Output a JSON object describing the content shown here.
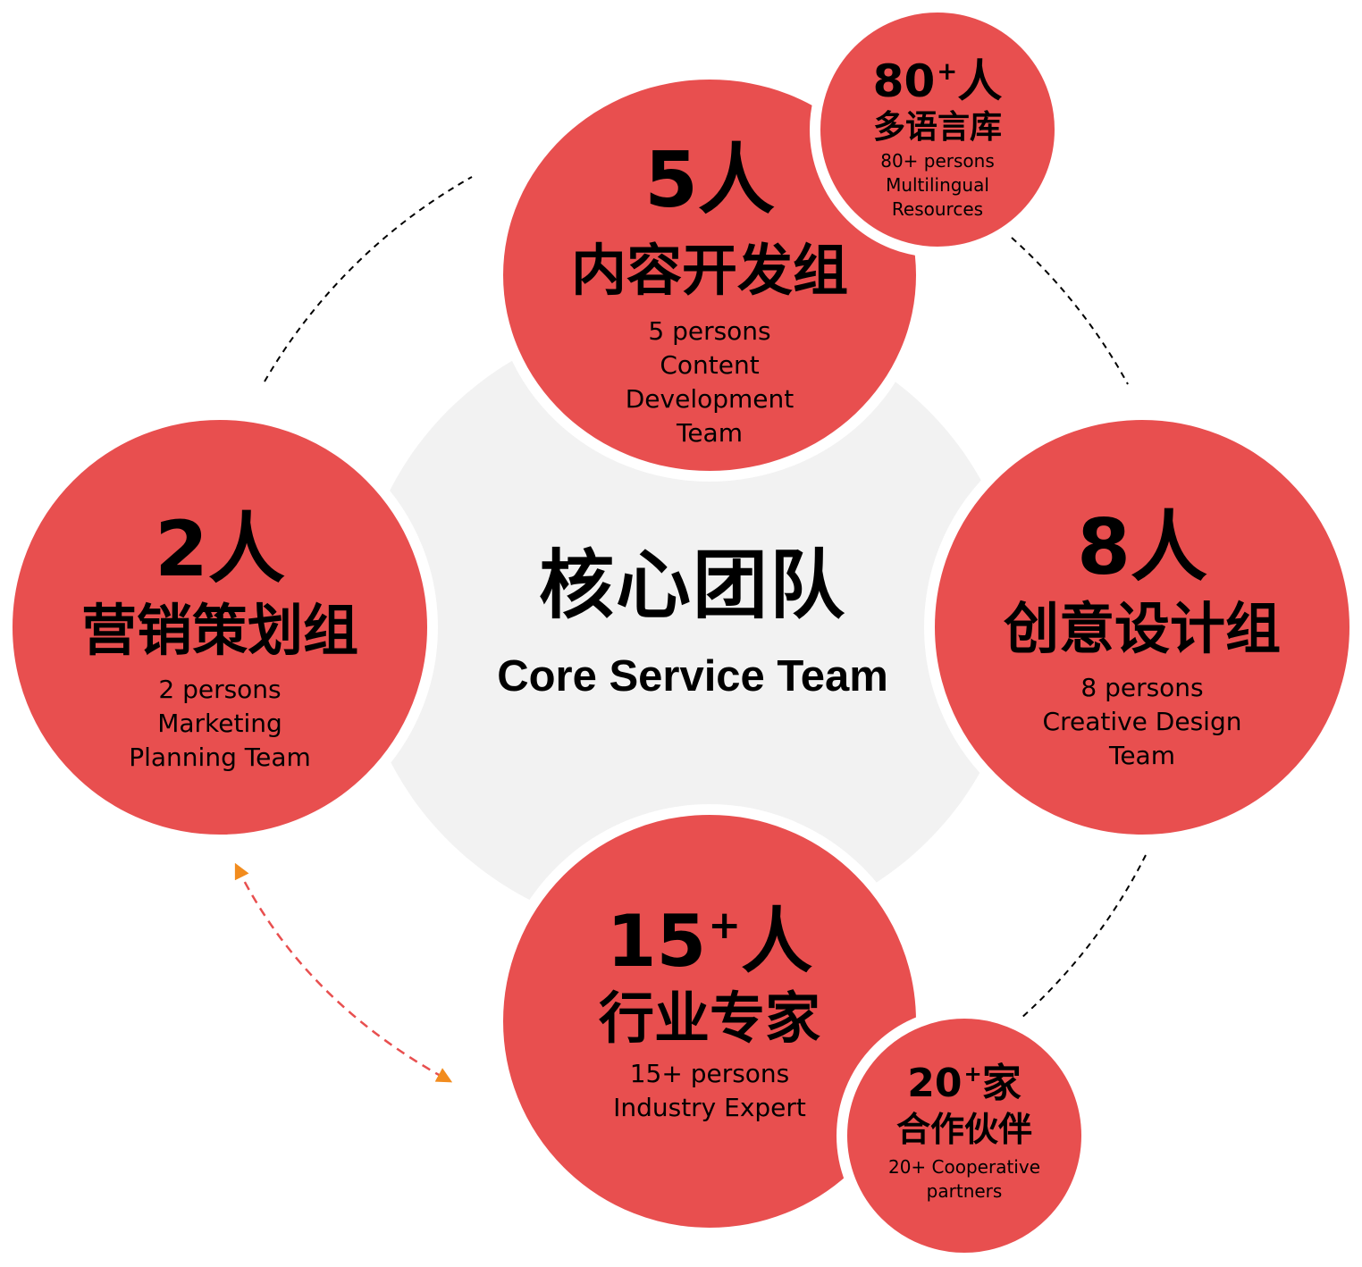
{
  "center": {
    "title": "核心团队",
    "subtitle": "Core Service Team"
  },
  "groups": {
    "content_development": {
      "count": "5人",
      "name": "内容开发组",
      "english": "5 persons\nContent\nDevelopment\nTeam"
    },
    "marketing_planning": {
      "count": "2人",
      "name": "营销策划组",
      "english": "2 persons\nMarketing\nPlanning Team"
    },
    "creative_design": {
      "count": "8人",
      "name": "创意设计组",
      "english": "8 persons\nCreative Design\nTeam"
    },
    "industry_expert": {
      "count_number": "15",
      "count_plus": "+",
      "count_unit": "人",
      "name": "行业专家",
      "english": "15+ persons\nIndustry Expert"
    }
  },
  "resources": {
    "multilingual": {
      "count_number": "80",
      "count_plus": "+",
      "count_unit": "人",
      "name": "多语言库",
      "english": "80+ persons\nMultilingual\nResources"
    },
    "partners": {
      "count_number": "20",
      "count_plus": "+",
      "count_unit": "家",
      "name": "合作伙伴",
      "english": "20+ Cooperative\npartners"
    }
  },
  "colors": {
    "circle_fill": "#e84f4f",
    "center_fill": "#f2f2f2",
    "dashed_arc": "#000000",
    "dashed_arrow": "#e84f4f",
    "arrowhead": "#f28c1e"
  }
}
